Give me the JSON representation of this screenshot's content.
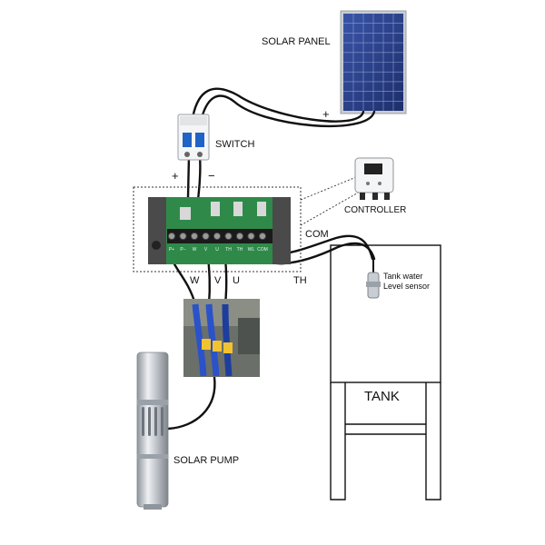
{
  "labels": {
    "solar_panel": "SOLAR PANEL",
    "switch": "SWITCH",
    "controller": "CONTROLLER",
    "com": "COM",
    "th": "TH",
    "w": "W",
    "v": "V",
    "u": "U",
    "plus_panel": "+",
    "plus_switch": "+",
    "minus_switch": "−",
    "sensor_line1": "Tank water",
    "sensor_line2": "Level sensor",
    "tank": "TANK",
    "solar_pump": "SOLAR PUMP"
  },
  "board_terminals": [
    "P+",
    "P−",
    "W",
    "V",
    "U",
    "TH",
    "TH",
    "WL",
    "COM"
  ],
  "colors": {
    "wire": "#111111",
    "panel_cell": "#2b3f86",
    "panel_frame": "#c9ccd1",
    "pcb": "#2f8a4a",
    "terminal": "#1a1a1a",
    "switch_blue": "#1f63c6",
    "wire_blue": "#2a52c9",
    "tag_yellow": "#f2c230",
    "pump_steel": "#c8cdd2"
  },
  "icons": {
    "panel": "solar-panel-icon",
    "switch": "breaker-switch-icon",
    "controller": "controller-box-icon",
    "pump": "submersible-pump-icon",
    "sensor": "float-sensor-icon"
  }
}
